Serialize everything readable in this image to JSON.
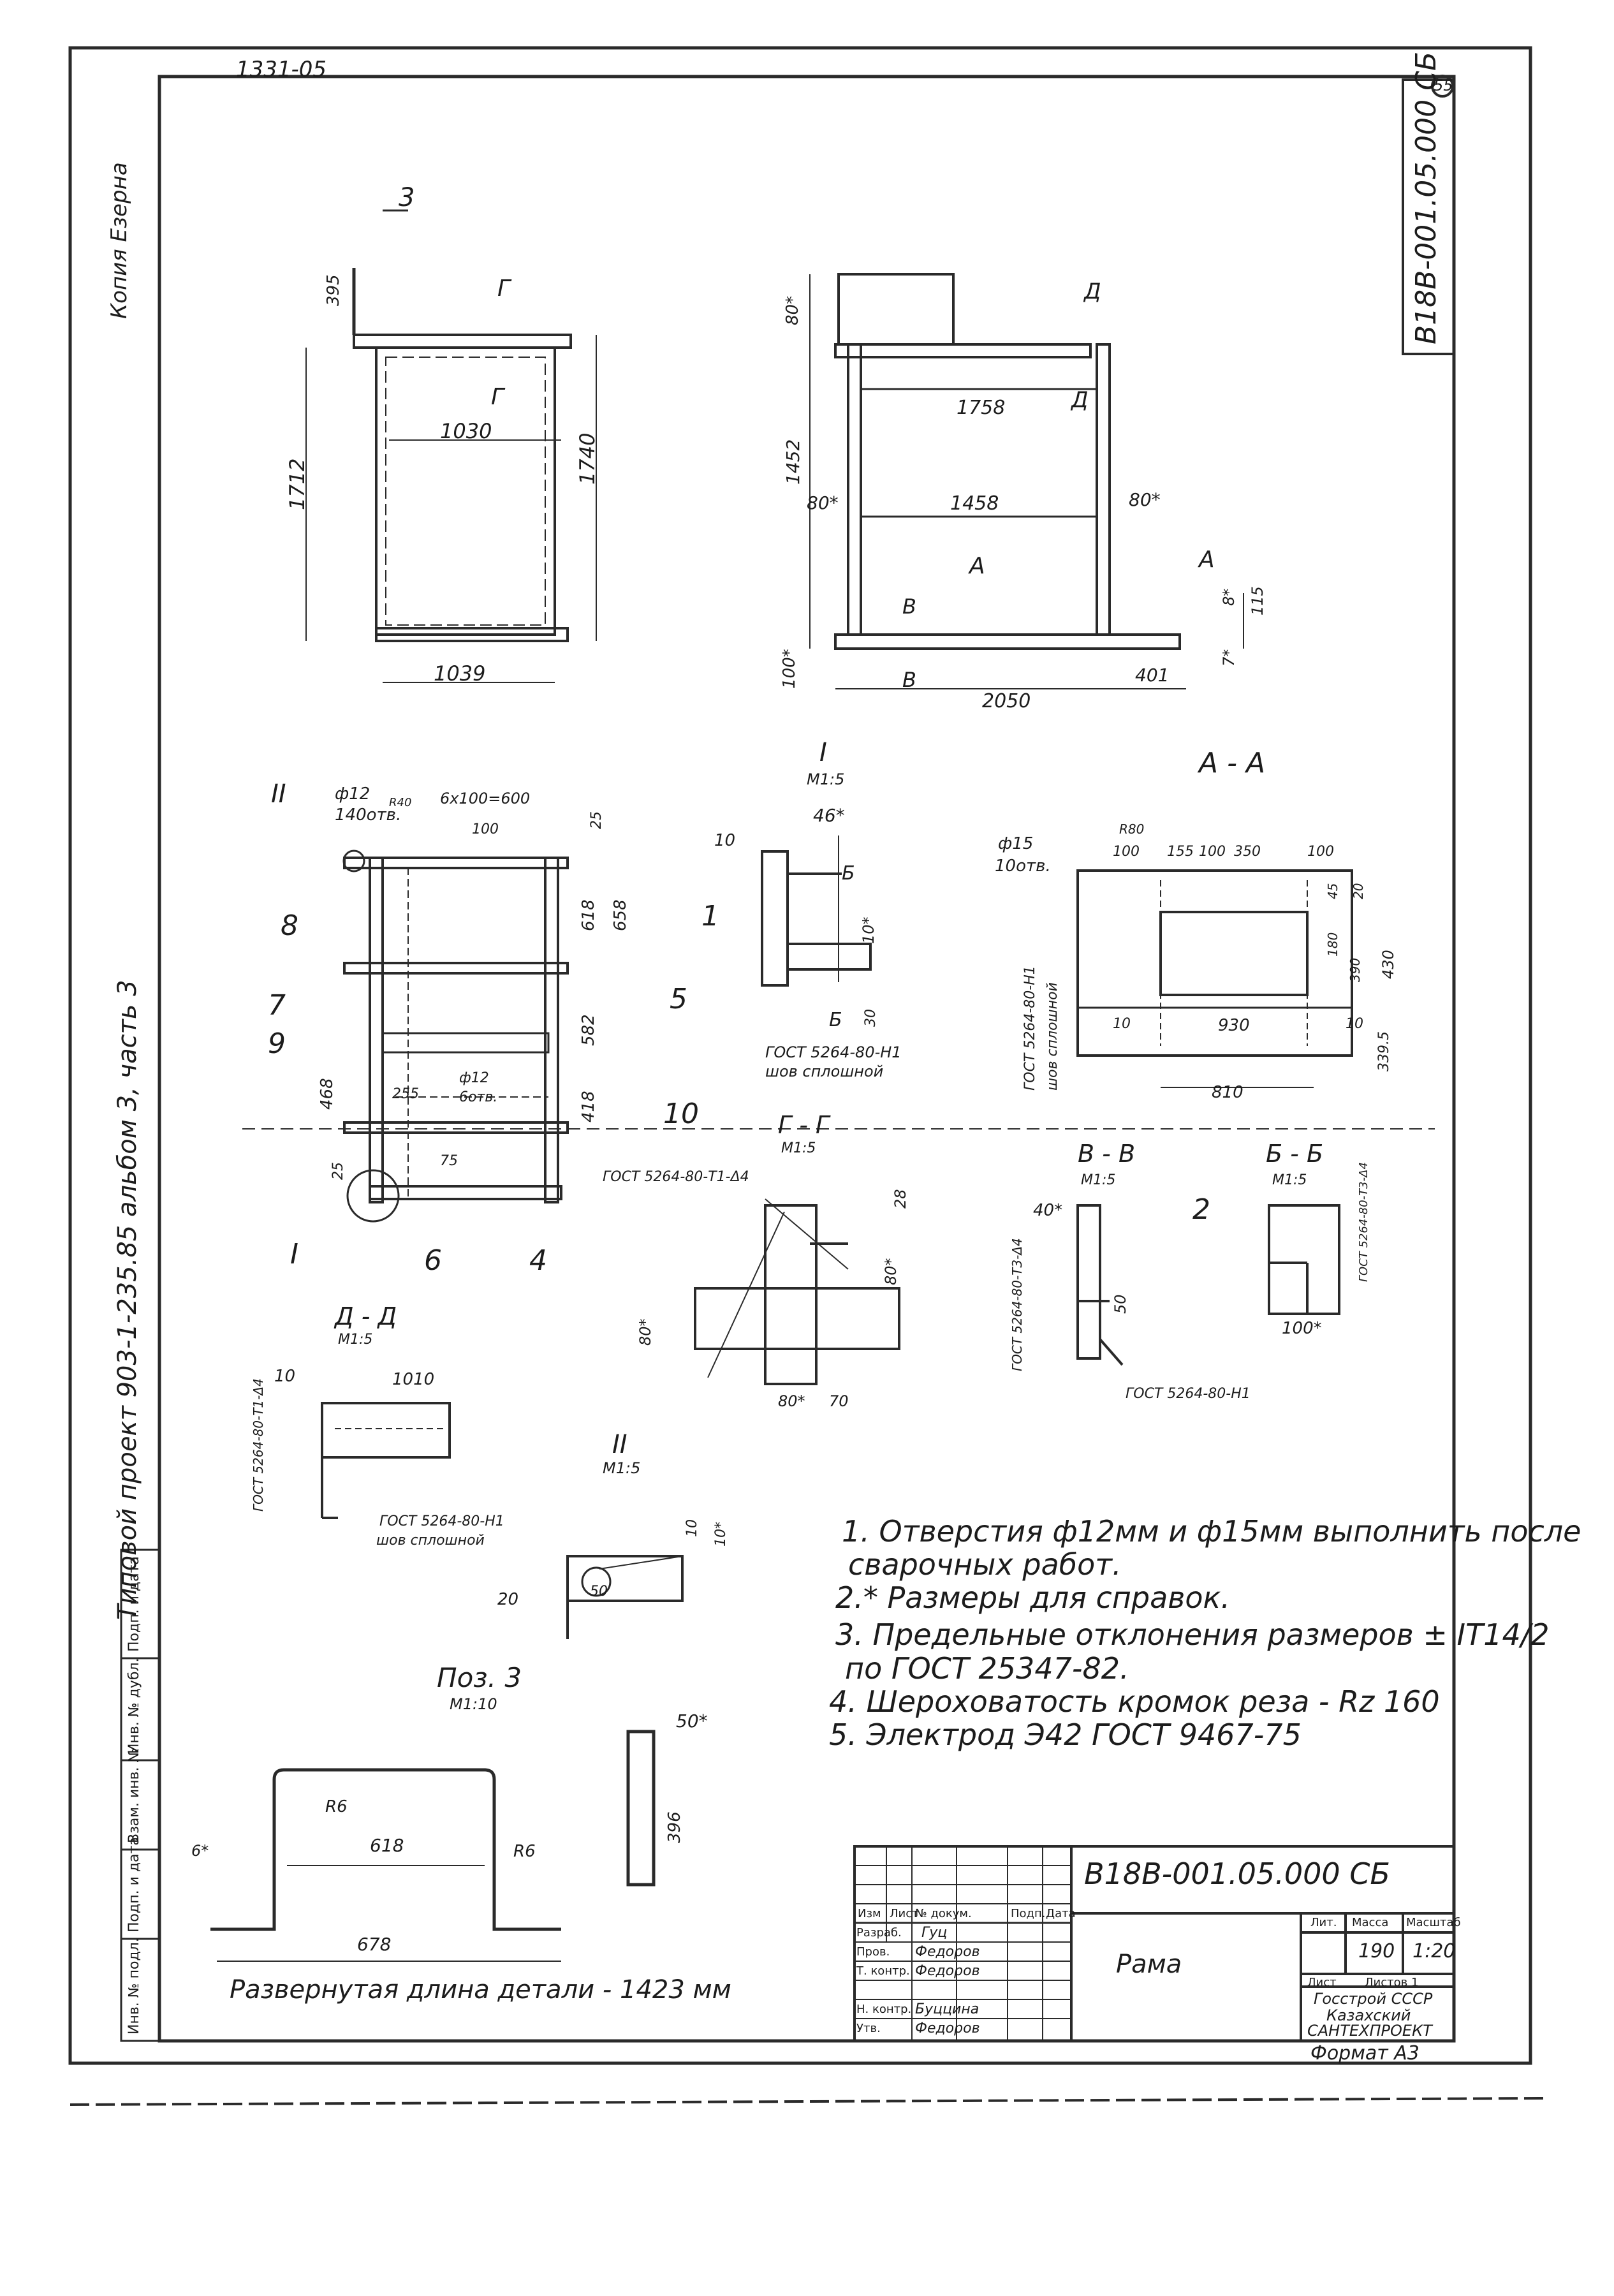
{
  "drawing_number": "В18В-001.05.000 СБ",
  "sheet_code_top": "1331-05",
  "sheet_no_corner": "55",
  "left_margin_text": "Типовой проект 903-1-235.85 альбом 3, часть 3",
  "left_margin_copy": "Копия Езерна",
  "left_stamp_labels": [
    "Инв. № подл.",
    "Подп. и дата",
    "Взам. инв. №",
    "Инв. № дубл.",
    "Подп. и дата"
  ],
  "views": {
    "front_left": {
      "label_callout": "3",
      "dims": [
        "1030",
        "1039",
        "1712",
        "1740",
        "395"
      ],
      "section_mark": "Г"
    },
    "front_right": {
      "dims": [
        "1758",
        "1458",
        "2050",
        "401",
        "1452",
        "80*",
        "80*",
        "80*",
        "100*",
        "115",
        "8*",
        "7*"
      ],
      "section_marks": [
        "Д",
        "А",
        "В"
      ]
    },
    "section_plan": {
      "roman": "II",
      "hole_note": "ф12",
      "hole_count": "140отв.",
      "radius": "R40",
      "pitch": "6х100=600",
      "dims": [
        "100",
        "25",
        "618",
        "658",
        "582",
        "418",
        "468",
        "255",
        "25",
        "75"
      ],
      "hole2": "ф12",
      "hole2_count": "6отв.",
      "callouts": [
        "8",
        "7",
        "9",
        "5",
        "10",
        "6",
        "4",
        "I"
      ]
    },
    "detail_I": {
      "title": "I",
      "scale": "М1:5",
      "dims": [
        "46*",
        "10",
        "10*",
        "30"
      ],
      "callout": "1",
      "section": "Б",
      "weld": "ГОСТ 5264-80-Н1",
      "weld2": "шов сплошной"
    },
    "section_AA": {
      "title": "А - А",
      "hole": "ф15",
      "hole_count": "10отв.",
      "radius": "R80",
      "dims": [
        "100",
        "155",
        "100",
        "350",
        "100",
        "45",
        "20",
        "180",
        "390",
        "430",
        "10",
        "930",
        "10",
        "339.5",
        "810"
      ],
      "weld": "ГОСТ 5264-80-Н1",
      "weld2": "шов сплошной"
    },
    "section_GG": {
      "title": "Г - Г",
      "scale": "М1:5",
      "weld": "ГОСТ 5264-80-Т1-Δ4",
      "dims": [
        "28",
        "80*",
        "80*",
        "80*",
        "70"
      ]
    },
    "section_VV": {
      "title": "В - В",
      "scale": "М1:5",
      "dims": [
        "40*",
        "50"
      ],
      "callout": "2",
      "weld": "ГОСТ 5264-80-Т3-Δ4",
      "weld2": "ГОСТ 5264-80-Н1"
    },
    "section_BB": {
      "title": "Б - Б",
      "scale": "М1:5",
      "dims": [
        "100*"
      ],
      "weld": "ГОСТ 5264-80-Т3-Δ4"
    },
    "section_DD": {
      "title": "Д - Д",
      "scale": "М1:5",
      "dims": [
        "10",
        "1010"
      ],
      "weld": "ГОСТ 5264-80-Т1-Δ4"
    },
    "detail_II": {
      "title": "II",
      "scale": "М1:5",
      "weld": "ГОСТ 5264-80-Н1",
      "weld2": "шов сплошной",
      "dims": [
        "10",
        "10*",
        "20",
        "50"
      ]
    },
    "pos3": {
      "title": "Поз. 3",
      "scale": "М1:10",
      "dims": [
        "R6",
        "618",
        "R6",
        "678",
        "6*",
        "50*",
        "396"
      ],
      "developed_length": "Развернутая длина детали - 1423 мм"
    }
  },
  "notes": [
    "1. Отверстия ф12мм и ф15мм выполнить после",
    "сварочных работ.",
    "2.* Размеры для справок.",
    "3. Предельные отклонения размеров ± IT14/2",
    "по ГОСТ 25347-82.",
    "4. Шероховатость кромок реза - Rz 160",
    "5. Электрод Э42 ГОСТ 9467-75"
  ],
  "title_block": {
    "code": "В18В-001.05.000 СБ",
    "name": "Рама",
    "header_cols": [
      "Изм",
      "Лист",
      "№ докум.",
      "Подп.",
      "Дата"
    ],
    "rows": [
      {
        "role": "Разраб.",
        "name": "Гуц"
      },
      {
        "role": "Пров.",
        "name": "Федоров"
      },
      {
        "role": "Т. контр.",
        "name": "Федоров"
      },
      {
        "role": "Н. контр.",
        "name": "Буццина"
      },
      {
        "role": "Утв.",
        "name": "Федоров"
      }
    ],
    "lit_label": "Лит.",
    "mass_label": "Масса",
    "scale_label": "Масштаб",
    "mass": "190",
    "scale": "1:20",
    "sheet_label": "Лист",
    "sheets_label": "Листов 1",
    "org1": "Госстрой СССР",
    "org2": "Казахский",
    "org3": "САНТЕХПРОЕКТ",
    "format": "Формат А3"
  }
}
